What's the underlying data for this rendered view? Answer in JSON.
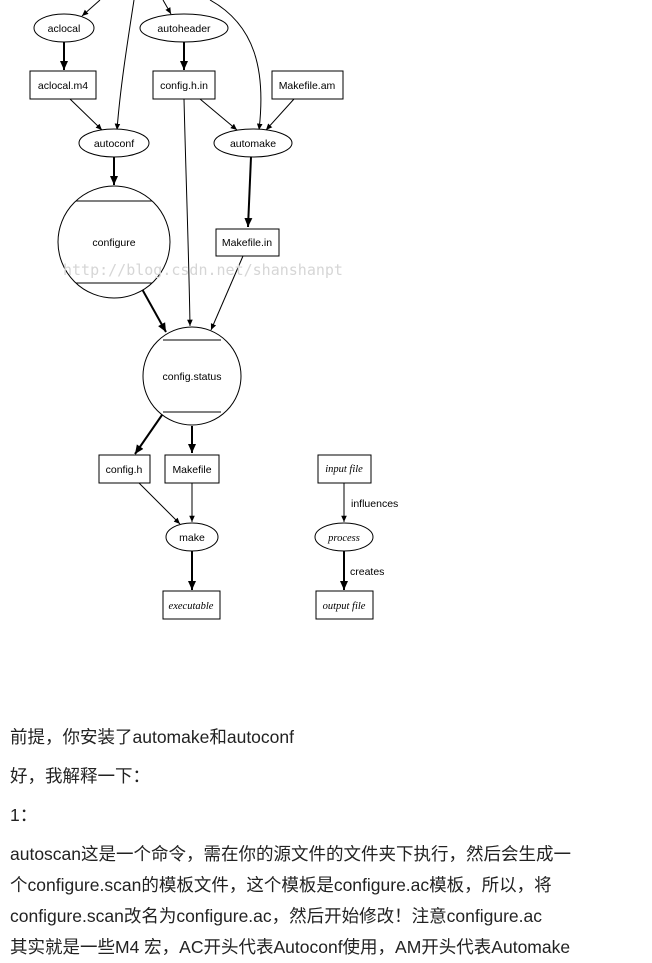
{
  "diagram": {
    "nodes": {
      "aclocal": "aclocal",
      "autoheader": "autoheader",
      "aclocal_m4": "aclocal.m4",
      "config_h_in": "config.h.in",
      "makefile_am": "Makefile.am",
      "autoconf": "autoconf",
      "automake": "automake",
      "configure": "configure",
      "makefile_in": "Makefile.in",
      "config_status": "config.status",
      "config_h": "config.h",
      "makefile": "Makefile",
      "make": "make",
      "executable": "executable"
    },
    "legend": {
      "input_file": "input file",
      "process": "process",
      "output_file": "output file",
      "influences": "influences",
      "creates": "creates"
    },
    "watermark": "http://blog.csdn.net/shanshanpt"
  },
  "article": {
    "line1": "前提，你安装了automake和autoconf",
    "line2": "好，我解释一下：",
    "line3": "1：",
    "para": [
      "autoscan这是一个命令，需在你的源文件的文件夹下执行，然后会生成一",
      "个configure.scan的模板文件，这个模板是configure.ac模板，所以，将",
      "configure.scan改名为configure.ac，然后开始修改！注意configure.ac",
      "其实就是一些M4 宏，AC开头代表Autoconf使用，AM开头代表Automake"
    ]
  }
}
